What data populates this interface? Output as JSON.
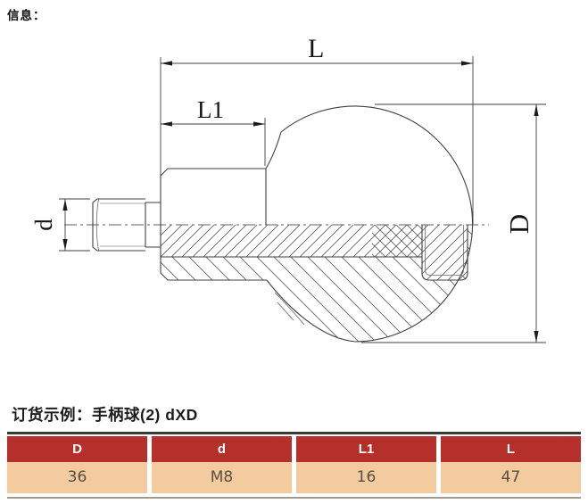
{
  "page": {
    "info_label": "信息："
  },
  "drawing": {
    "dim_L": "L",
    "dim_L1": "L1",
    "dim_d": "d",
    "dim_D": "D"
  },
  "order": {
    "example_text": "订货示例：手柄球(2) dXD"
  },
  "table": {
    "headers": [
      "D",
      "d",
      "L1",
      "L"
    ],
    "rows": [
      [
        "36",
        "M8",
        "16",
        "47"
      ]
    ],
    "header_bg": "#b5302a",
    "row_bg": "#f3cb9e",
    "top_border_color": "#3b3733",
    "bottom_border_color": "#a19b91"
  }
}
